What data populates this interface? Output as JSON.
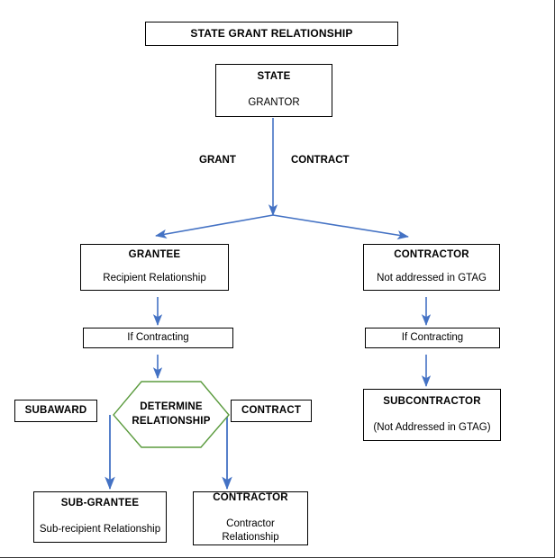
{
  "diagram": {
    "banner": {
      "label": "STATE GRANT RELATIONSHIP"
    },
    "colors": {
      "connector_blue": "#4472C4",
      "decision_green": "#5B9B3E",
      "box_border": "#000000",
      "background": "#FFFFFF"
    },
    "nodes": {
      "state": {
        "title": "STATE",
        "subtitle": "GRANTOR"
      },
      "grantee": {
        "title": "GRANTEE",
        "subtitle": "Recipient Relationship"
      },
      "contractor_right": {
        "title": "CONTRACTOR",
        "subtitle": "Not addressed in GTAG"
      },
      "if_contracting_left": {
        "label": "If Contracting"
      },
      "if_contracting_right": {
        "label": "If Contracting"
      },
      "determine": {
        "line1": "DETERMINE",
        "line2": "RELATIONSHIP"
      },
      "subaward": {
        "label": "SUBAWARD"
      },
      "contract_label": {
        "label": "CONTRACT"
      },
      "subcontractor": {
        "title": "SUBCONTRACTOR",
        "subtitle": "(Not Addressed in GTAG)"
      },
      "sub_grantee": {
        "title": "SUB-GRANTEE",
        "subtitle": "Sub-recipient Relationship"
      },
      "contractor_bottom": {
        "title": "CONTRACTOR",
        "subtitle_line1": "Contractor",
        "subtitle_line2": "Relationship"
      }
    },
    "edge_labels": {
      "grant": "GRANT",
      "contract": "CONTRACT"
    }
  }
}
